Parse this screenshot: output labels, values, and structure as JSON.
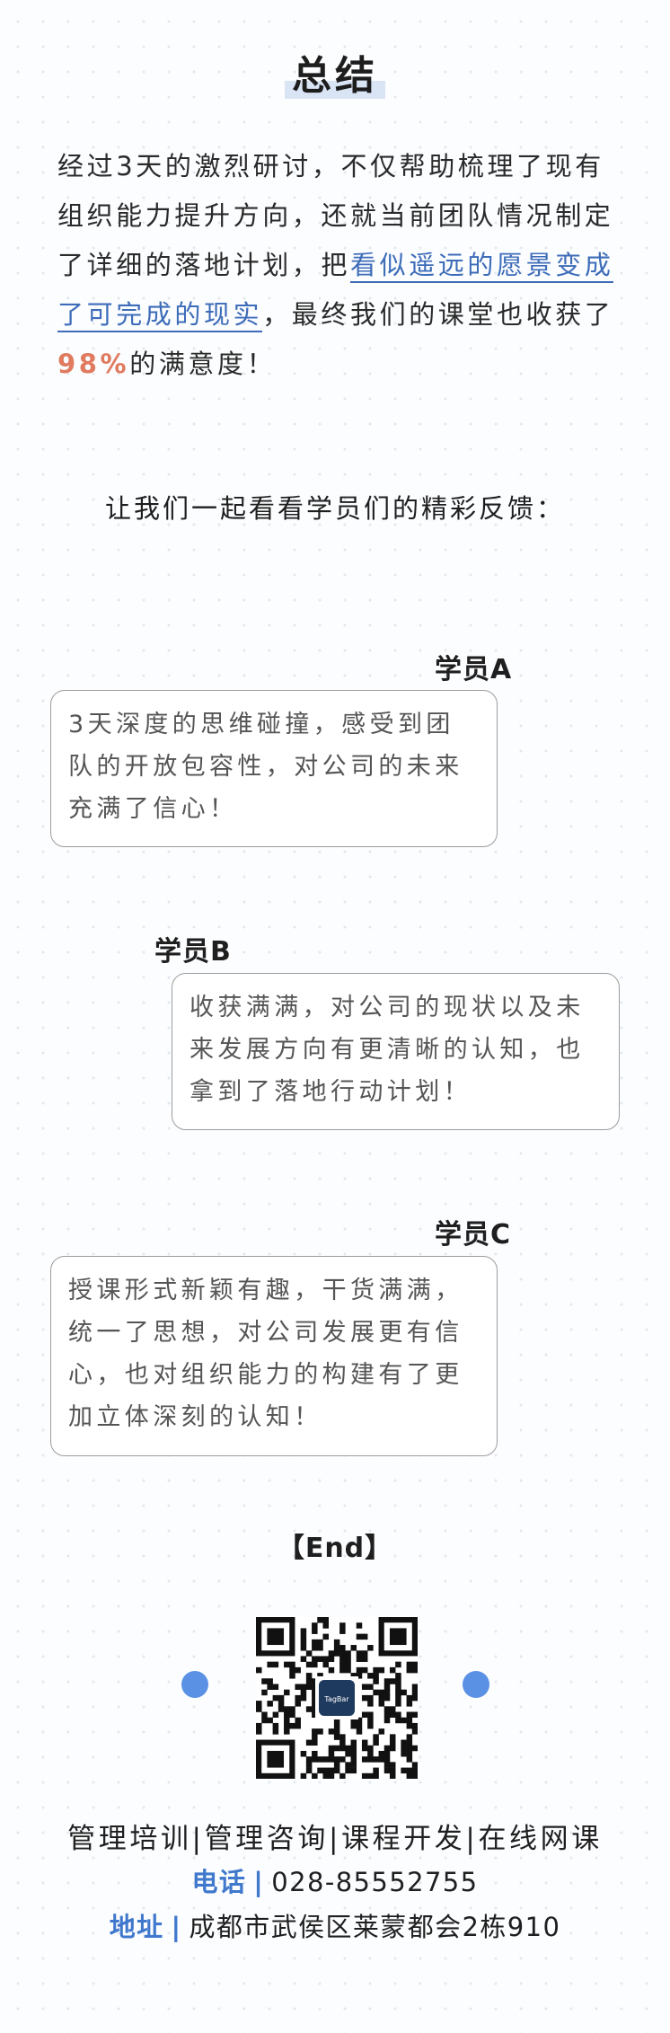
{
  "title": "总结",
  "summary": {
    "part1": "经过3天的激烈研讨，不仅帮助梳理了现有组织能力提升方向，还就当前团队情况制定了详细的落地计划，把",
    "link_text": "看似遥远的愿景变成了可完成的现实",
    "part2": "，最终我们的课堂也收获了",
    "percent": "98%",
    "part3": "的满意度！"
  },
  "feedback_intro": "让我们一起看看学员们的精彩反馈：",
  "feedbacks": [
    {
      "name": "学员A",
      "text": "3天深度的思维碰撞，感受到团队的开放包容性，对公司的未来充满了信心！"
    },
    {
      "name": "学员B",
      "text": "收获满满，对公司的现状以及未来发展方向有更清晰的认知，也拿到了落地行动计划！"
    },
    {
      "name": "学员C",
      "text": "授课形式新颖有趣，干货满满，统一了思想，对公司发展更有信心，也对组织能力的构建有了更加立体深刻的认知！"
    }
  ],
  "end_text": "【End】",
  "qr_center_text": "TagBar",
  "footer": {
    "services": "管理培训|管理咨询|课程开发|在线网课",
    "phone_label": "电话",
    "phone_sep": "|",
    "phone": "028-85552755",
    "address_label": "地址",
    "address_sep": "|",
    "address": "成都市武侯区莱蒙都会2栋910"
  },
  "colors": {
    "accent_blue": "#3d6cb8",
    "percent_orange": "#e07b5f",
    "dot_blue": "#5a91e4",
    "title_highlight": "#d9e4f5"
  },
  "icons": [
    "qr-code-icon"
  ]
}
